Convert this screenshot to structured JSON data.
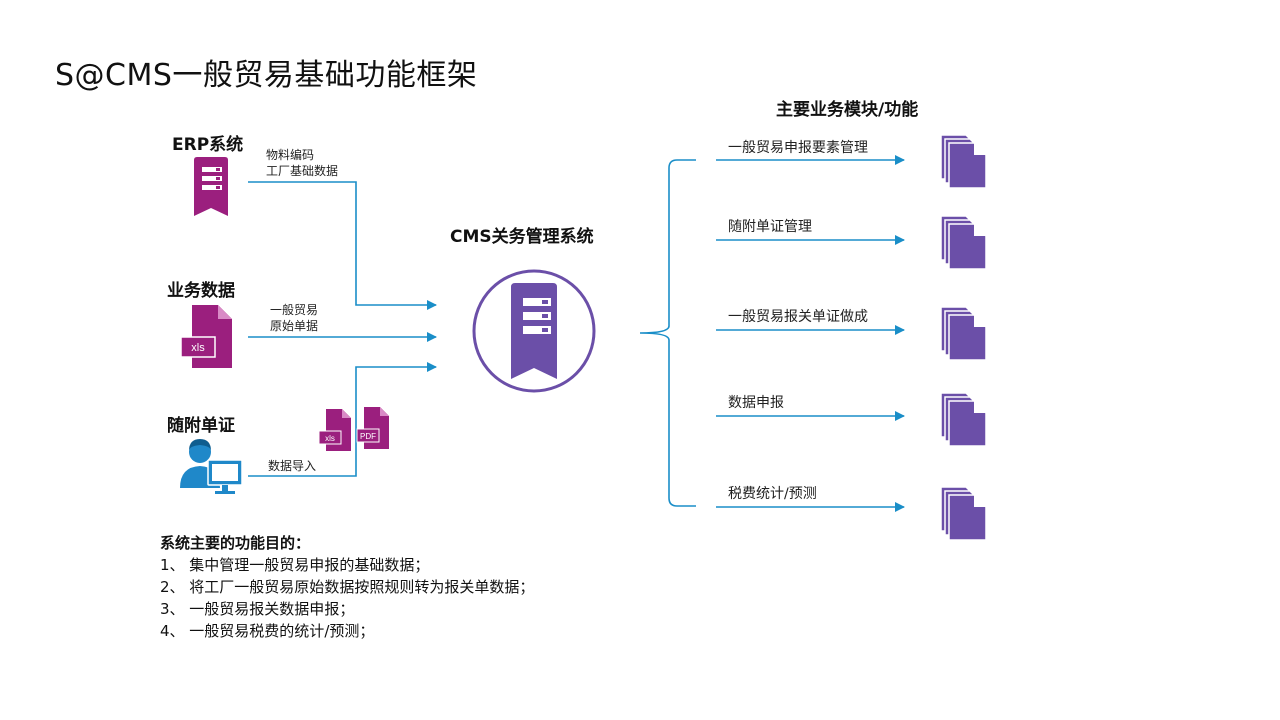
{
  "title": "S@CMS一般贸易基础功能框架",
  "colors": {
    "accent": "#6b4fa8",
    "magenta": "#9b1f7e",
    "arrow": "#1a8ec8",
    "person": "#1f88c9"
  },
  "sources": {
    "erp": {
      "label": "ERP系统",
      "data_lines": [
        "物料编码",
        "工厂基础数据"
      ],
      "icon": "server-icon"
    },
    "business": {
      "label": "业务数据",
      "data_lines": [
        "一般贸易",
        "原始单据"
      ],
      "icon": "xls-file-icon"
    },
    "attachments": {
      "label": "随附单证",
      "data_lines": [
        "数据导入"
      ],
      "icon": "user-computer-icon",
      "file_badges": [
        "xls",
        "PDF"
      ]
    }
  },
  "center": {
    "label": "CMS关务管理系统",
    "icon": "server-icon"
  },
  "modules": {
    "title": "主要业务模块/功能",
    "items": [
      {
        "label": "一般贸易申报要素管理"
      },
      {
        "label": "随附单证管理"
      },
      {
        "label": "一般贸易报关单证做成"
      },
      {
        "label": "数据申报"
      },
      {
        "label": "税费统计/预测"
      }
    ]
  },
  "notes": {
    "title": "系统主要的功能目的：",
    "items": [
      "1、 集中管理一般贸易申报的基础数据；",
      "2、 将工厂一般贸易原始数据按照规则转为报关单数据；",
      "3、 一般贸易报关数据申报；",
      "4、 一般贸易税费的统计/预测；"
    ]
  }
}
